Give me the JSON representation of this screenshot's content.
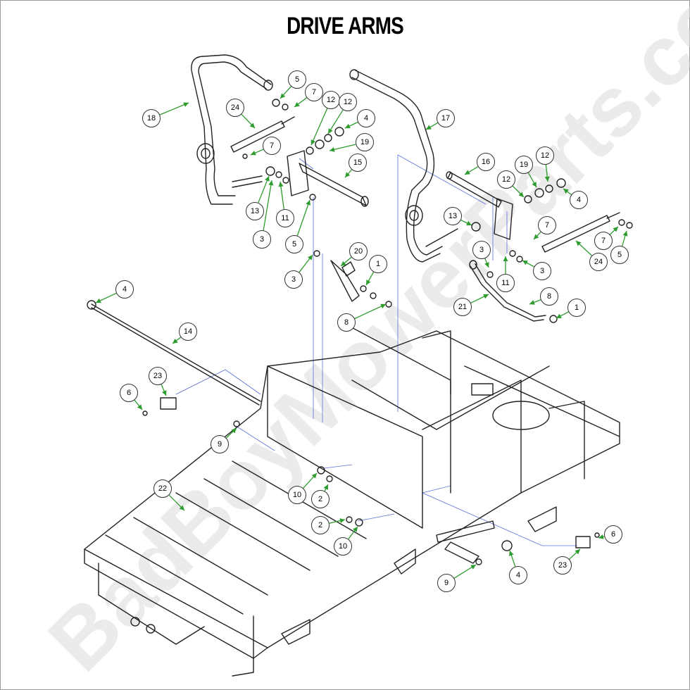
{
  "title": "DRIVE ARMS",
  "watermark": "BadBoyMowerParts.com",
  "colors": {
    "leader": "#2e9b2e",
    "guide": "#5a6fd8",
    "line": "#222222"
  },
  "callouts": [
    {
      "label": "18"
    },
    {
      "label": "5"
    },
    {
      "label": "24"
    },
    {
      "label": "7"
    },
    {
      "label": "12"
    },
    {
      "label": "12"
    },
    {
      "label": "4"
    },
    {
      "label": "19"
    },
    {
      "label": "7"
    },
    {
      "label": "15"
    },
    {
      "label": "13"
    },
    {
      "label": "11"
    },
    {
      "label": "3"
    },
    {
      "label": "5"
    },
    {
      "label": "17"
    },
    {
      "label": "16"
    },
    {
      "label": "12"
    },
    {
      "label": "19"
    },
    {
      "label": "12"
    },
    {
      "label": "4"
    },
    {
      "label": "13"
    },
    {
      "label": "7"
    },
    {
      "label": "7"
    },
    {
      "label": "5"
    },
    {
      "label": "24"
    },
    {
      "label": "3"
    },
    {
      "label": "3"
    },
    {
      "label": "11"
    },
    {
      "label": "20"
    },
    {
      "label": "1"
    },
    {
      "label": "3"
    },
    {
      "label": "8"
    },
    {
      "label": "8"
    },
    {
      "label": "1"
    },
    {
      "label": "21"
    },
    {
      "label": "4"
    },
    {
      "label": "14"
    },
    {
      "label": "23"
    },
    {
      "label": "6"
    },
    {
      "label": "9"
    },
    {
      "label": "22"
    },
    {
      "label": "10"
    },
    {
      "label": "2"
    },
    {
      "label": "2"
    },
    {
      "label": "10"
    },
    {
      "label": "9"
    },
    {
      "label": "4"
    },
    {
      "label": "23"
    },
    {
      "label": "6"
    }
  ]
}
